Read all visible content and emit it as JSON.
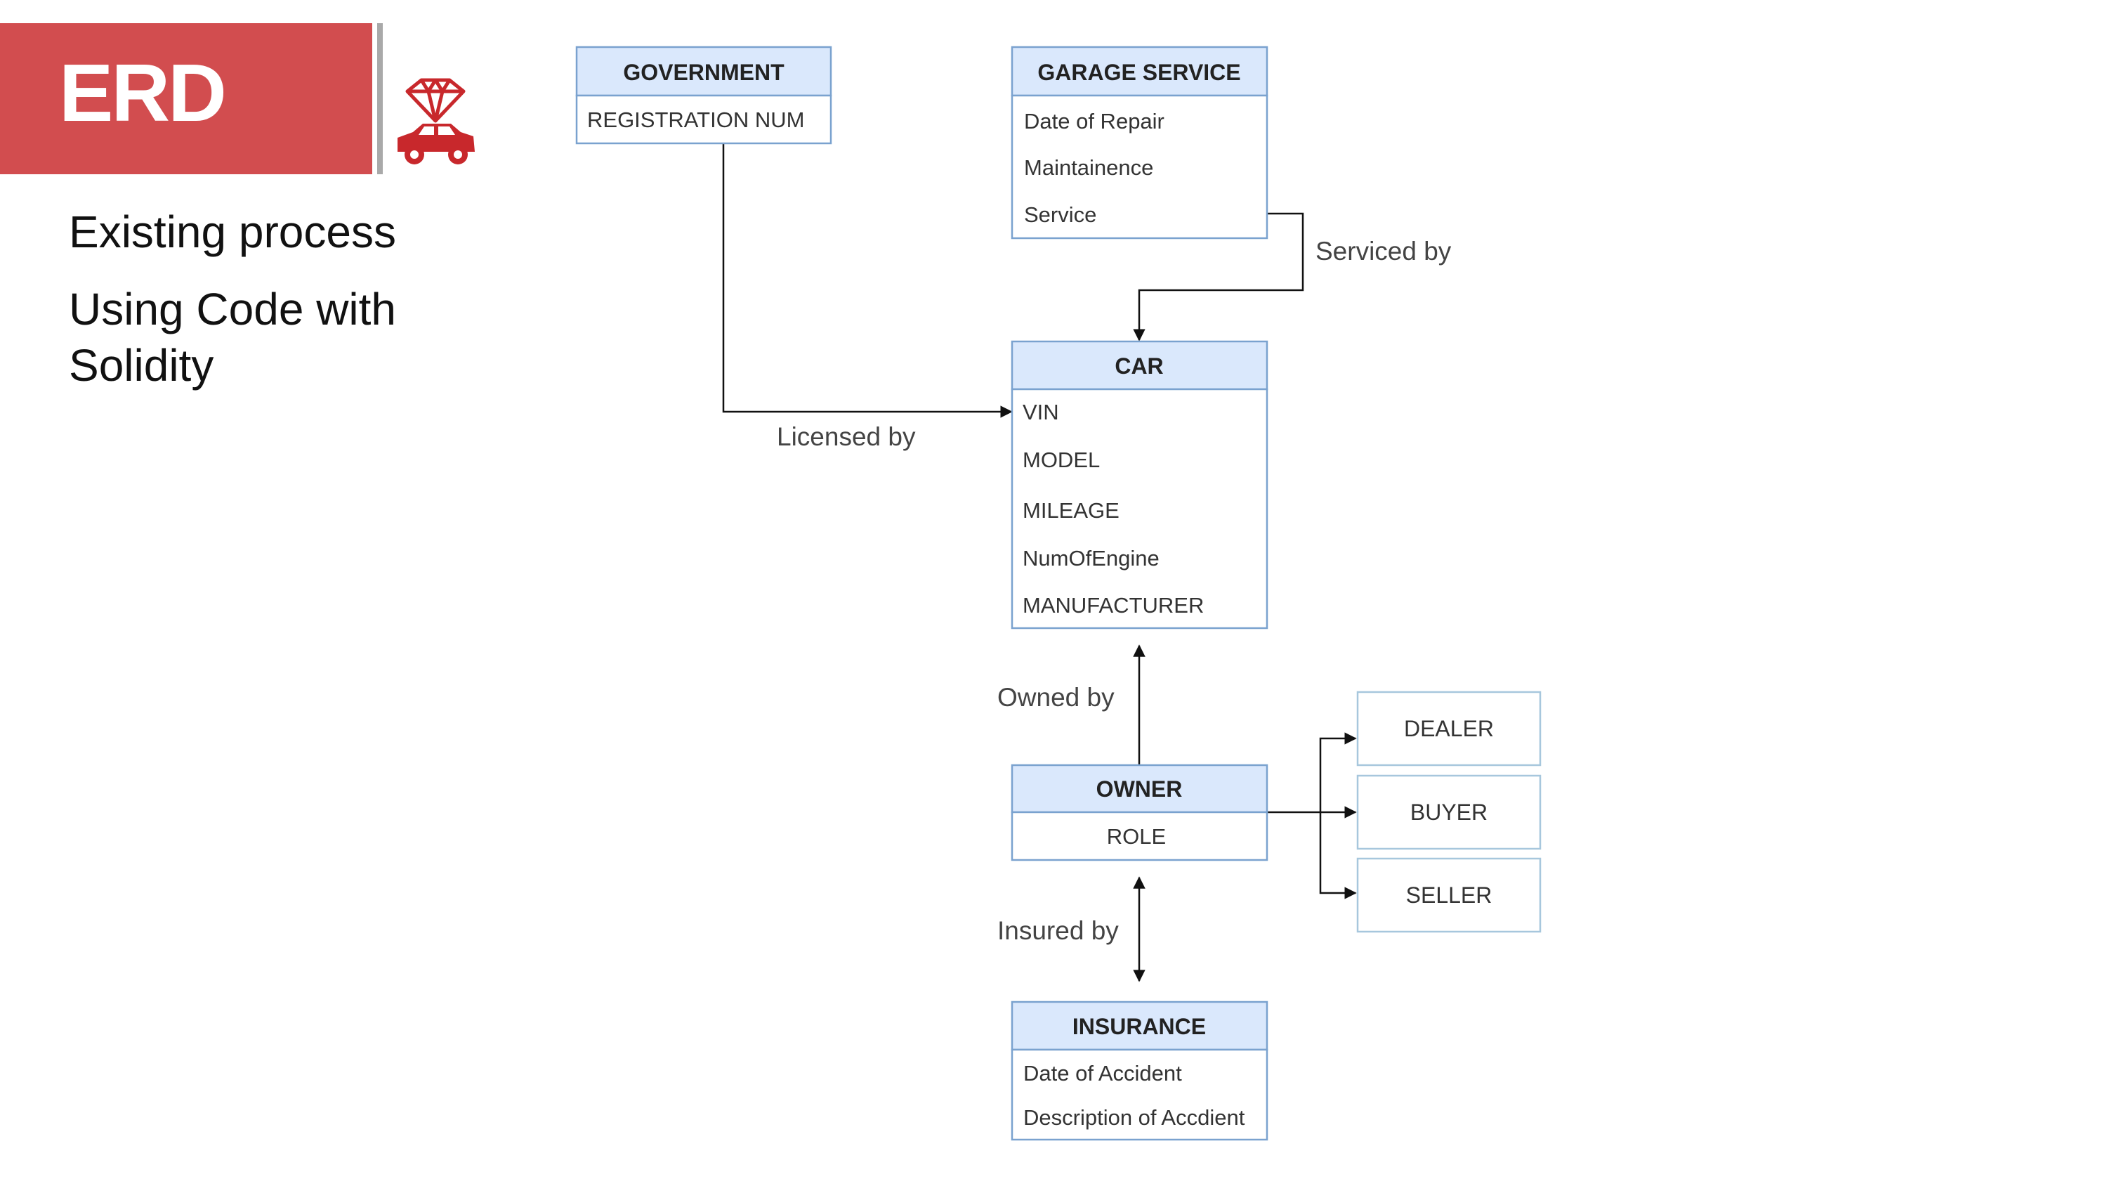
{
  "slide": {
    "title": "ERD",
    "lines": [
      "Existing process",
      "Using Code with",
      "Solidity"
    ],
    "accent": "#d24d4f",
    "logo": "diamond-car-icon"
  },
  "entities": {
    "government": {
      "title": "GOVERNMENT",
      "attrs": [
        "REGISTRATION NUM"
      ]
    },
    "garage": {
      "title": "GARAGE SERVICE",
      "attrs": [
        "Date of Repair",
        "Maintainence",
        "Service"
      ]
    },
    "car": {
      "title": "CAR",
      "attrs": [
        "VIN",
        "MODEL",
        "MILEAGE",
        "NumOfEngine",
        "MANUFACTURER"
      ]
    },
    "owner": {
      "title": "OWNER",
      "attrs": [
        "ROLE"
      ]
    },
    "insurance": {
      "title": "INSURANCE",
      "attrs": [
        "Date of Accident",
        "Description of Accdient"
      ]
    }
  },
  "roles": [
    "DEALER",
    "BUYER",
    "SELLER"
  ],
  "relations": {
    "serviced": "Serviced by",
    "licensed": "Licensed by",
    "owned": "Owned by",
    "insured": "Insured by"
  },
  "colors": {
    "header_fill": "#dae8fc",
    "border": "#7aa2cf",
    "role_border": "#a7c7dd",
    "line": "#111111"
  }
}
